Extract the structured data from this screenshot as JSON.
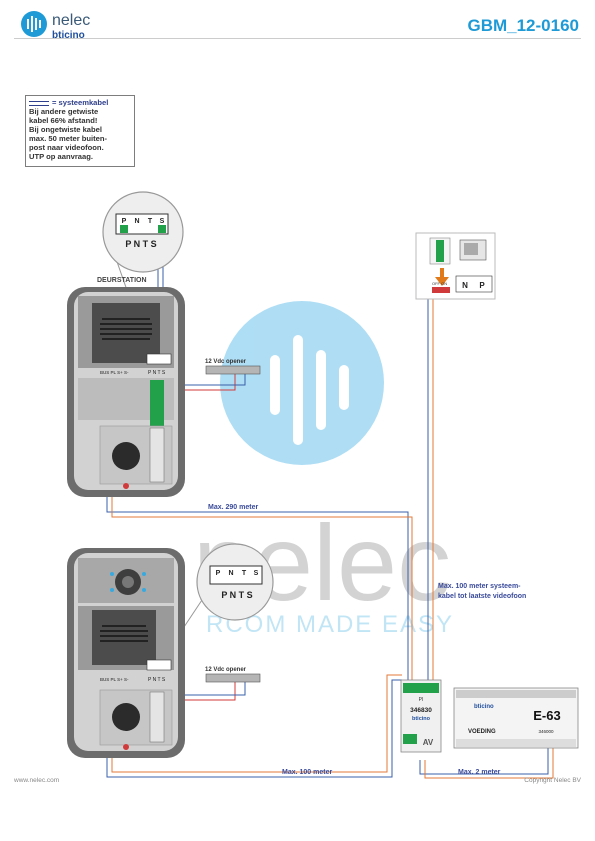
{
  "header": {
    "brand_name": "nelec",
    "brand_sub": "bticino",
    "doc_code": "GBM_12-0160"
  },
  "note": {
    "title": "= systeemkabel",
    "lines": [
      "Bij andere getwiste",
      "kabel 66% afstand!",
      "Bij ongetwiste kabel",
      "max. 50 meter buiten-",
      "post naar videofoon.",
      "UTP op aanvraag."
    ]
  },
  "terminals": {
    "top_labels": [
      "P",
      "N",
      "T",
      "S"
    ],
    "bottom_label": "P N T S"
  },
  "door_station": {
    "label": "DEURSTATION",
    "bus_label": "BUS PL S+ S-",
    "pnts_label": "P N T S"
  },
  "opener_label": "12 Vdc opener",
  "distances": {
    "upper": "Max. 290 meter",
    "lower": "Max. 100 meter",
    "psu": "Max. 2 meter",
    "videophone": [
      "Max. 100 meter systeem-",
      "kabel tot laatste videofoon"
    ]
  },
  "interface": {
    "code": "346830",
    "brand": "bticino",
    "pi": "PI",
    "av": "AV"
  },
  "psu": {
    "brand": "bticino",
    "model": "E-63",
    "label": "VOEDING",
    "code": "346000"
  },
  "videophone": {
    "np": [
      "N",
      "P"
    ],
    "off_on": "OFF  ON"
  },
  "watermark": {
    "word": "nelec",
    "tagline": "RCOM MADE EASY"
  },
  "footer": {
    "left": "www.nelec.com",
    "right": "Copyright Nelec BV"
  },
  "colors": {
    "accent": "#1e9ad6",
    "wire_blue": "#3a5fa8",
    "wire_orange": "#e07a3a",
    "wire_red": "#d13a3a",
    "terminal_green": "#23a04a"
  }
}
